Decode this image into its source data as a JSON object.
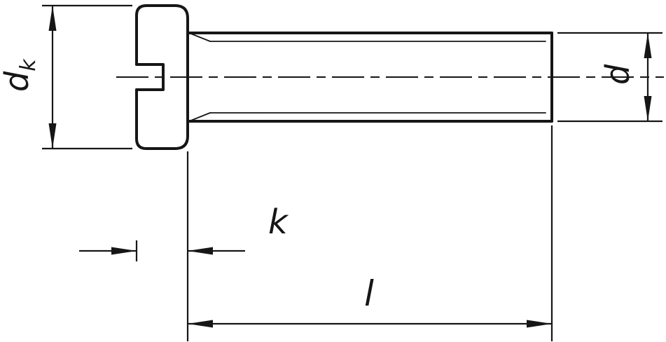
{
  "diagram": {
    "type": "technical-drawing",
    "colors": {
      "line": "#161616",
      "background": "#ffffff"
    },
    "dimensions": {
      "head_diameter": {
        "symbol": "d",
        "subscript": "k"
      },
      "thread_diameter": {
        "symbol": "d"
      },
      "head_height": {
        "symbol": "k"
      },
      "length": {
        "symbol": "l"
      }
    }
  }
}
